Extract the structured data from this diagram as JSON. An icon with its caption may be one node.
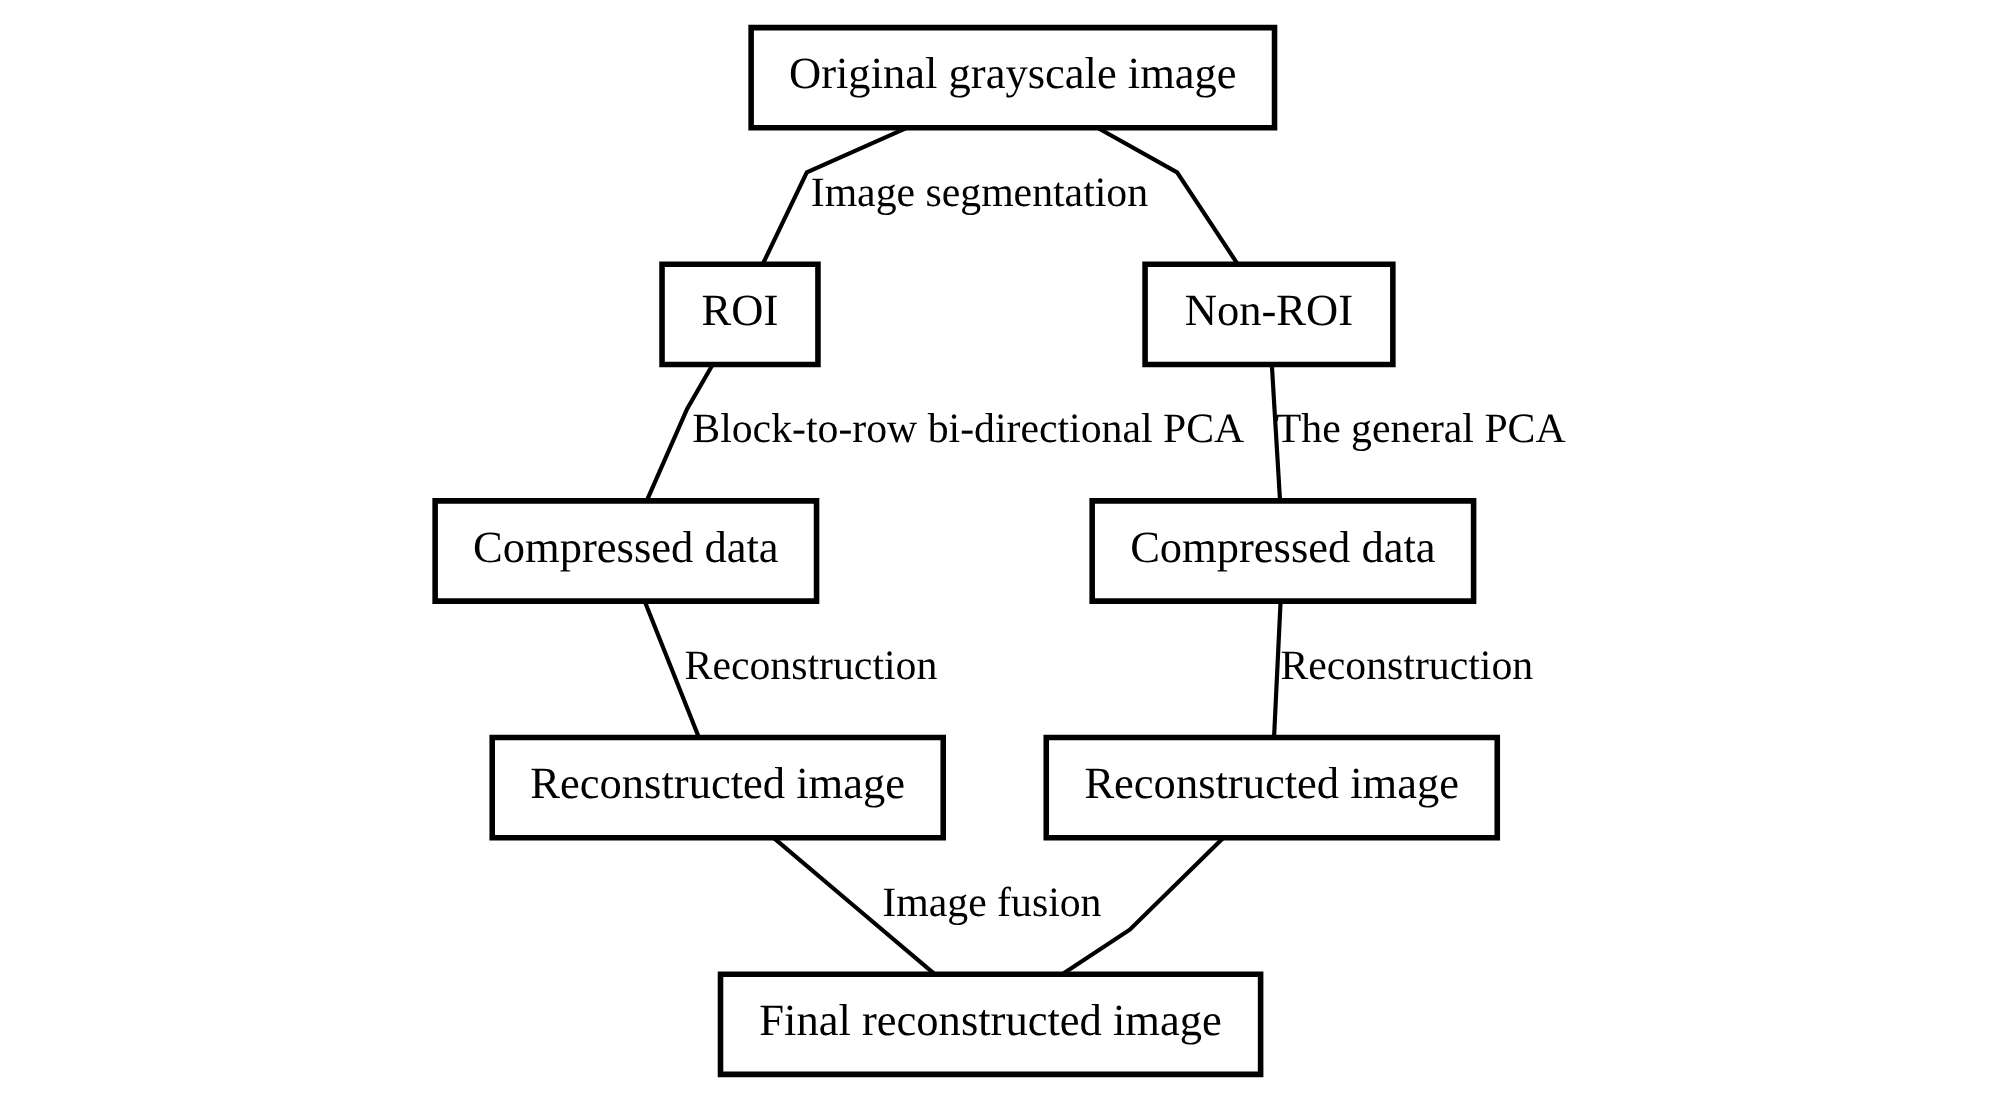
{
  "diagram": {
    "nodes": [
      {
        "text": [
          "Original grayscale image"
        ]
      },
      {
        "text": [
          "ROI"
        ]
      },
      {
        "text": [
          "Non-ROI"
        ]
      },
      {
        "text": [
          "Compressed data"
        ]
      },
      {
        "text": [
          "Compressed data"
        ]
      },
      {
        "text": [
          "Reconstructed image"
        ]
      },
      {
        "text": [
          "Reconstructed image"
        ]
      },
      {
        "text": [
          "Final reconstructed image"
        ]
      }
    ],
    "edges": [
      {
        "from": 0,
        "to": 1,
        "arrow": "none",
        "label": "Image segmentation"
      },
      {
        "from": 0,
        "to": 2,
        "arrow": "none"
      },
      {
        "from": 1,
        "to": 3,
        "arrow": "none",
        "label": "Block-to-row bi-directional PCA"
      },
      {
        "from": 2,
        "to": 4,
        "arrow": "none",
        "label": "The general PCA"
      },
      {
        "from": 3,
        "to": 5,
        "arrow": "none",
        "label": "Reconstruction"
      },
      {
        "from": 4,
        "to": 6,
        "arrow": "none",
        "label": "Reconstruction"
      },
      {
        "from": 5,
        "to": 7,
        "arrow": "none",
        "label": "Image fusion"
      },
      {
        "from": 6,
        "to": 7,
        "arrow": "none"
      }
    ]
  }
}
